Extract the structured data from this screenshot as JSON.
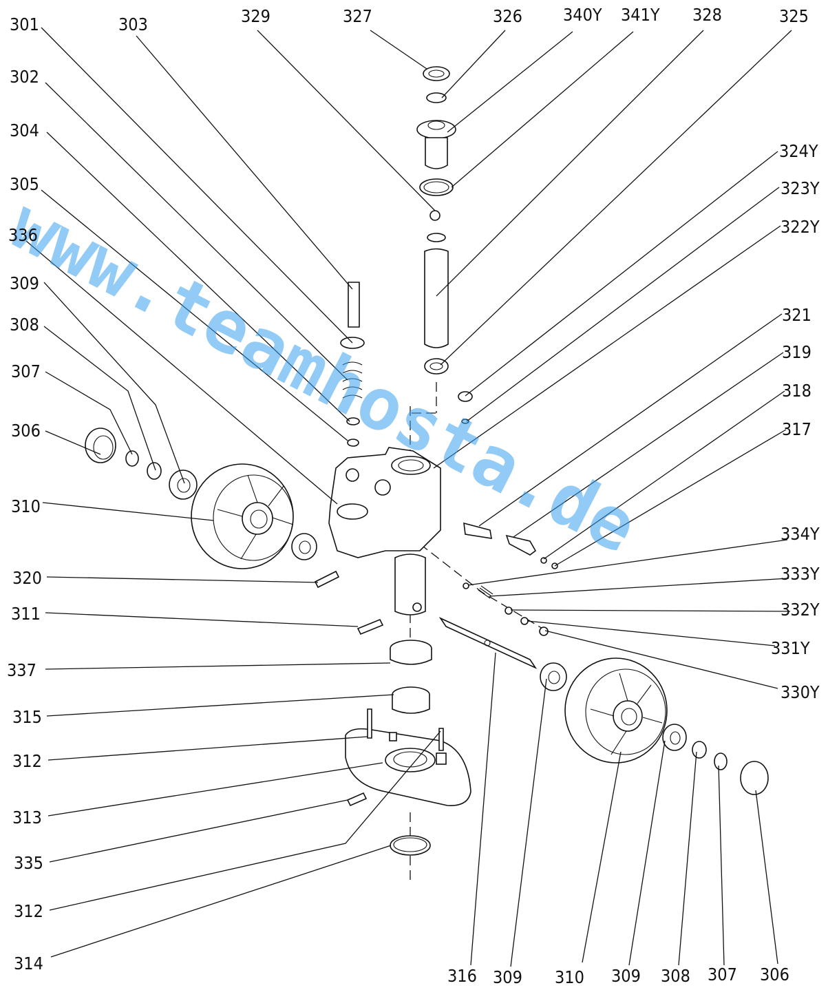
{
  "watermark": "www.teamhosta.de",
  "labels": [
    {
      "id": "301-left",
      "text": "301"
    },
    {
      "id": "302-left",
      "text": "302"
    },
    {
      "id": "303-top",
      "text": "303"
    },
    {
      "id": "304-left",
      "text": "304"
    },
    {
      "id": "305-left",
      "text": "305"
    },
    {
      "id": "336-left",
      "text": "336"
    },
    {
      "id": "309-left",
      "text": "309"
    },
    {
      "id": "308-left",
      "text": "308"
    },
    {
      "id": "307-left",
      "text": "307"
    },
    {
      "id": "306-left",
      "text": "306"
    },
    {
      "id": "310-left",
      "text": "310"
    },
    {
      "id": "320-left",
      "text": "320"
    },
    {
      "id": "311-left",
      "text": "311"
    },
    {
      "id": "337-left",
      "text": "337"
    },
    {
      "id": "315-left",
      "text": "315"
    },
    {
      "id": "312-left-a",
      "text": "312"
    },
    {
      "id": "313-left",
      "text": "313"
    },
    {
      "id": "335-left",
      "text": "335"
    },
    {
      "id": "312-left-b",
      "text": "312"
    },
    {
      "id": "314-left",
      "text": "314"
    },
    {
      "id": "329-top",
      "text": "329"
    },
    {
      "id": "327-top",
      "text": "327"
    },
    {
      "id": "326-top",
      "text": "326"
    },
    {
      "id": "340Y-top",
      "text": "340Y"
    },
    {
      "id": "341Y-top",
      "text": "341Y"
    },
    {
      "id": "328-top",
      "text": "328"
    },
    {
      "id": "325-top",
      "text": "325"
    },
    {
      "id": "324Y-right",
      "text": "324Y"
    },
    {
      "id": "323Y-right",
      "text": "323Y"
    },
    {
      "id": "322Y-right",
      "text": "322Y"
    },
    {
      "id": "321-right",
      "text": "321"
    },
    {
      "id": "319-right",
      "text": "319"
    },
    {
      "id": "318-right",
      "text": "318"
    },
    {
      "id": "317-right",
      "text": "317"
    },
    {
      "id": "334Y-right",
      "text": "334Y"
    },
    {
      "id": "333Y-right",
      "text": "333Y"
    },
    {
      "id": "332Y-right",
      "text": "332Y"
    },
    {
      "id": "331Y-right",
      "text": "331Y"
    },
    {
      "id": "330Y-right",
      "text": "330Y"
    },
    {
      "id": "316-bottom",
      "text": "316"
    },
    {
      "id": "309-bottom-a",
      "text": "309"
    },
    {
      "id": "310-bottom",
      "text": "310"
    },
    {
      "id": "309-bottom-b",
      "text": "309"
    },
    {
      "id": "308-bottom",
      "text": "308"
    },
    {
      "id": "307-bottom",
      "text": "307"
    },
    {
      "id": "306-bottom",
      "text": "306"
    }
  ]
}
